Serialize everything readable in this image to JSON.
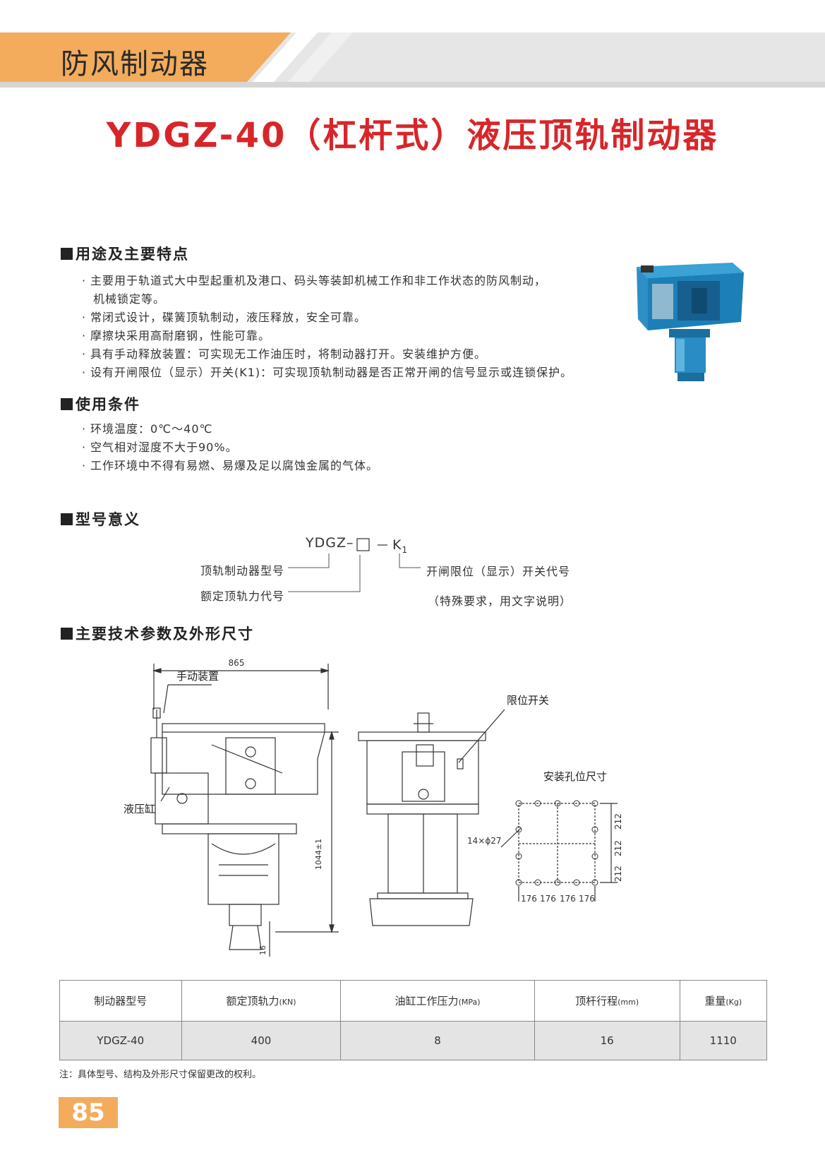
{
  "header": {
    "category": "防风制动器",
    "colors": {
      "orange": "#f3ac5c",
      "grey": "#e2e2e2"
    }
  },
  "title": "YDGZ-40（杠杆式）液压顶轨制动器",
  "title_color": "#d7262a",
  "sections": {
    "features": {
      "heading": "用途及主要特点",
      "items": [
        "主要用于轨道式大中型起重机及港口、码头等装卸机械工作和非工作状态的防风制动，",
        "机械锁定等。",
        "常闭式设计，碟簧顶轨制动，液压释放，安全可靠。",
        "摩擦块采用高耐磨钢，性能可靠。",
        "具有手动释放装置：可实现无工作油压时，将制动器打开。安装维护方便。",
        "设有开闸限位（显示）开关(K1)：可实现顶轨制动器是否正常开闸的信号显示或连锁保护。"
      ]
    },
    "conditions": {
      "heading": "使用条件",
      "items": [
        "环境温度：0℃～40℃",
        "空气相对湿度不大于90%。",
        "工作环境中不得有易燃、易爆及足以腐蚀金属的气体。"
      ]
    },
    "model": {
      "heading": "型号意义",
      "code_prefix": "YDGZ",
      "code_k": "K",
      "code_k_sub": "1",
      "label_type": "顶轨制动器型号",
      "label_force": "额定顶轨力代号",
      "label_switch": "开闸限位（显示）开关代号",
      "label_note": "（特殊要求，用文字说明）"
    },
    "specs": {
      "heading": "主要技术参数及外形尺寸"
    }
  },
  "drawing": {
    "dim_width": "865",
    "dim_height": "1044±1",
    "dim_stroke": "16",
    "label_manual": "手动装置",
    "label_cylinder": "液压缸",
    "label_limit": "限位开关",
    "label_holes": "安装孔位尺寸",
    "hole_spec": "14×ϕ27",
    "hole_pitch_x": [
      "176",
      "176",
      "176",
      "176"
    ],
    "hole_pitch_y": [
      "212",
      "212",
      "212"
    ]
  },
  "table": {
    "headers": [
      {
        "main": "制动器型号",
        "unit": ""
      },
      {
        "main": "额定顶轨力",
        "unit": "(KN)"
      },
      {
        "main": "油缸工作压力",
        "unit": "(MPa)"
      },
      {
        "main": "顶杆行程",
        "unit": "(mm)"
      },
      {
        "main": "重量",
        "unit": "(Kg)"
      }
    ],
    "row": [
      "YDGZ-40",
      "400",
      "8",
      "16",
      "1110"
    ]
  },
  "note": "注：具体型号、结构及外形尺寸保留更改的权利。",
  "page_number": "85"
}
